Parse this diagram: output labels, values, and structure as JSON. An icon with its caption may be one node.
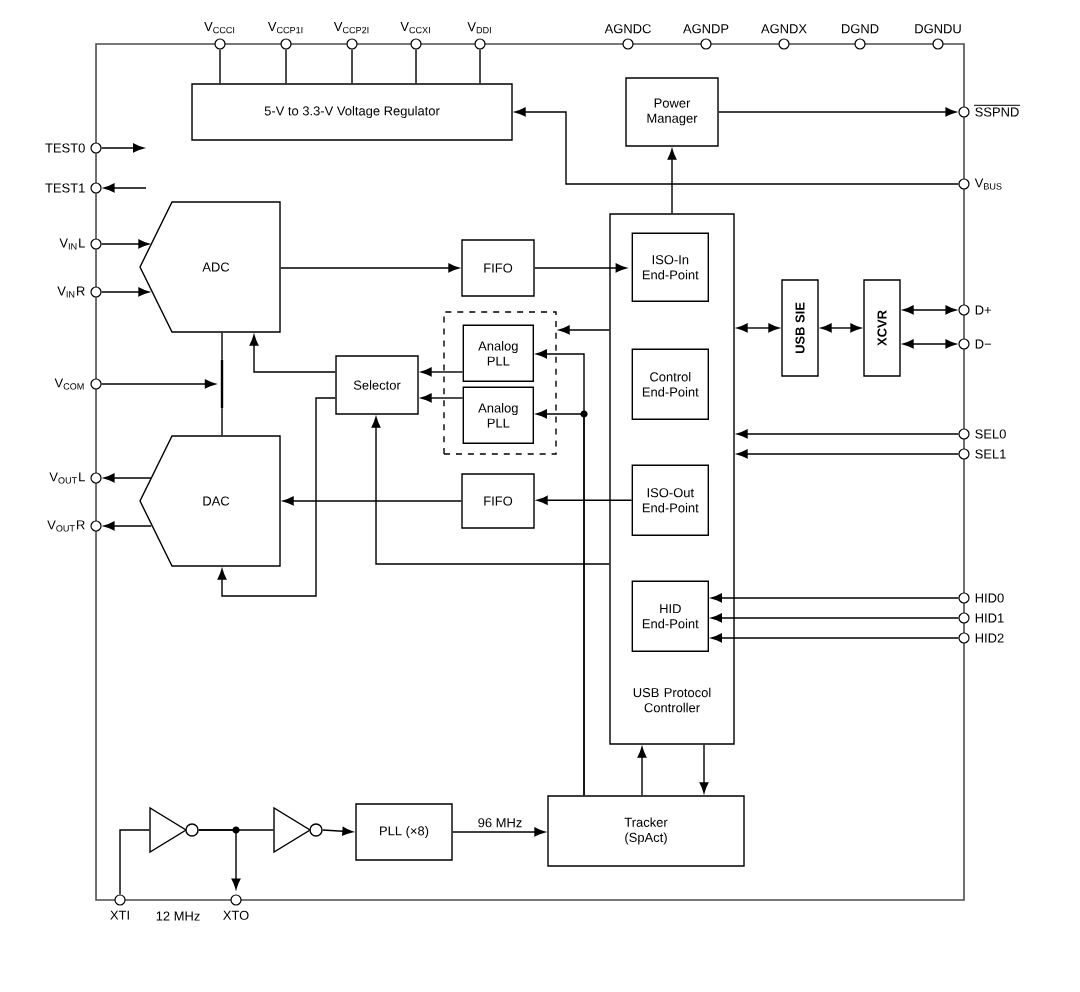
{
  "diagram": {
    "nodes": [
      {
        "text": [
          "V$_{CCCI}$"
        ]
      },
      {
        "text": [
          "V$_{CCP1I}$"
        ]
      },
      {
        "text": [
          "V$_{CCP2I}$"
        ]
      },
      {
        "text": [
          "V$_{CCXI}$"
        ]
      },
      {
        "text": [
          "V$_{DDI}$"
        ]
      },
      {
        "text": [
          "AGNDC"
        ]
      },
      {
        "text": [
          "AGNDP"
        ]
      },
      {
        "text": [
          "AGNDX"
        ]
      },
      {
        "text": [
          "DGND"
        ]
      },
      {
        "text": [
          "DGNDU"
        ]
      },
      {
        "text": [
          "5-V to 3.3-V Voltage Regulator"
        ]
      },
      {
        "text": [
          "Power Manager"
        ]
      },
      {
        "text": [
          "TEST0"
        ]
      },
      {
        "text": [
          "SSPND"
        ]
      },
      {
        "text": [
          "TEST1"
        ]
      },
      {
        "text": [
          "V$_{BUS}$"
        ]
      },
      {
        "text": [
          "ADC"
        ]
      },
      {
        "text": [
          "V$_{IN}$L"
        ]
      },
      {
        "text": [
          "V$_{IN}$R"
        ]
      },
      {
        "text": [
          "FIFO"
        ]
      },
      {
        "text": [
          "USB Protocol Controller"
        ]
      },
      {
        "text": [
          "ISO-In End-Point"
        ],
        "in": 20
      },
      {
        "text": [
          "USB SIE"
        ]
      },
      {
        "text": [
          "XCVR"
        ]
      },
      {
        "text": [
          "D+"
        ]
      },
      {
        "text": [
          "D−"
        ]
      },
      {
        "text": [],
        "shape": "box"
      },
      {
        "text": [
          "Analog PLL"
        ],
        "in": 26
      },
      {
        "text": [
          "Analog PLL"
        ],
        "in": 26
      },
      {
        "text": [
          "V$_{COM}$"
        ]
      },
      {
        "text": [
          "Selector"
        ]
      },
      {
        "text": [
          "Control End-Point"
        ],
        "in": 20
      },
      {
        "text": [
          "SEL0"
        ]
      },
      {
        "text": [
          "SEL1"
        ]
      },
      {
        "text": [
          "DAC"
        ]
      },
      {
        "text": [
          "V$_{OUT}$L"
        ]
      },
      {
        "text": [
          "V$_{OUT}$R"
        ]
      },
      {
        "text": [
          "FIFO"
        ]
      },
      {
        "text": [
          "ISO-Out End-Point"
        ],
        "in": 20
      },
      {
        "text": [
          "HID End-Point"
        ],
        "in": 20
      },
      {
        "text": [
          "HID0"
        ]
      },
      {
        "text": [
          "HID1"
        ]
      },
      {
        "text": [
          "HID2"
        ]
      },
      {
        "text": [],
        "shape": "triangle"
      },
      {
        "text": [],
        "shape": "triangle"
      },
      {
        "text": [
          "PLL (×8)"
        ]
      },
      {
        "text": [
          "Tracker (SpAct)"
        ]
      },
      {
        "text": [
          "XTI"
        ]
      },
      {
        "text": [
          "XTO"
        ]
      },
      {
        "text": [],
        "shape": "bar"
      }
    ],
    "edges": [
      {
        "from": 0,
        "to": 10,
        "arrow": "none"
      },
      {
        "from": 1,
        "to": 10,
        "arrow": "none"
      },
      {
        "from": 2,
        "to": 10,
        "arrow": "none"
      },
      {
        "from": 3,
        "to": 10,
        "arrow": "none"
      },
      {
        "from": 4,
        "to": 10,
        "arrow": "none"
      },
      {
        "from": 11,
        "to": 13,
        "arrow": "to"
      },
      {
        "from": 15,
        "to": 10,
        "arrow": "to"
      },
      {
        "from": 20,
        "to": 11,
        "arrow": "to"
      },
      {
        "from": 12,
        "to": null,
        "arrow": "to"
      },
      {
        "from": null,
        "to": 14,
        "arrow": "to"
      },
      {
        "from": 17,
        "to": 16,
        "arrow": "to"
      },
      {
        "from": 18,
        "to": 16,
        "arrow": "to"
      },
      {
        "from": 16,
        "to": 19,
        "arrow": "to"
      },
      {
        "from": 19,
        "to": 21,
        "arrow": "to"
      },
      {
        "from": 20,
        "to": 26,
        "arrow": "to"
      },
      {
        "from": 20,
        "to": 22,
        "arrow": "both"
      },
      {
        "from": 22,
        "to": 23,
        "arrow": "both"
      },
      {
        "from": 23,
        "to": 24,
        "arrow": "both"
      },
      {
        "from": 23,
        "to": 25,
        "arrow": "both"
      },
      {
        "from": 27,
        "to": 30,
        "arrow": "to"
      },
      {
        "from": 28,
        "to": 30,
        "arrow": "to"
      },
      {
        "from": 46,
        "to": 27,
        "arrow": "to"
      },
      {
        "from": 46,
        "to": 28,
        "arrow": "to"
      },
      {
        "from": 30,
        "to": 16,
        "arrow": "to"
      },
      {
        "from": 30,
        "to": 34,
        "arrow": "to"
      },
      {
        "from": 29,
        "to": 49,
        "arrow": "to"
      },
      {
        "from": 49,
        "to": 16,
        "arrow": "none"
      },
      {
        "from": 34,
        "to": 35,
        "arrow": "to"
      },
      {
        "from": 34,
        "to": 36,
        "arrow": "to"
      },
      {
        "from": 37,
        "to": 34,
        "arrow": "to"
      },
      {
        "from": 38,
        "to": 37,
        "arrow": "to"
      },
      {
        "from": 32,
        "to": 20,
        "arrow": "to"
      },
      {
        "from": 33,
        "to": 20,
        "arrow": "to"
      },
      {
        "from": 40,
        "to": 39,
        "arrow": "to"
      },
      {
        "from": 41,
        "to": 39,
        "arrow": "to"
      },
      {
        "from": 42,
        "to": 39,
        "arrow": "to"
      },
      {
        "from": 20,
        "to": 46,
        "arrow": "to"
      },
      {
        "from": 46,
        "to": 20,
        "arrow": "to"
      },
      {
        "from": 47,
        "to": 43,
        "arrow": "none"
      },
      {
        "from": 43,
        "to": 48,
        "arrow": "to"
      },
      {
        "from": 43,
        "to": 44,
        "arrow": "none"
      },
      {
        "from": 44,
        "to": 45,
        "arrow": "to"
      },
      {
        "from": 45,
        "to": 46,
        "arrow": "to",
        "label": "96 MHz"
      },
      {
        "from": 20,
        "to": 30,
        "arrow": "to"
      },
      {
        "from": 49,
        "to": 34,
        "arrow": "none"
      }
    ],
    "labels": [
      "12 MHz"
    ]
  }
}
